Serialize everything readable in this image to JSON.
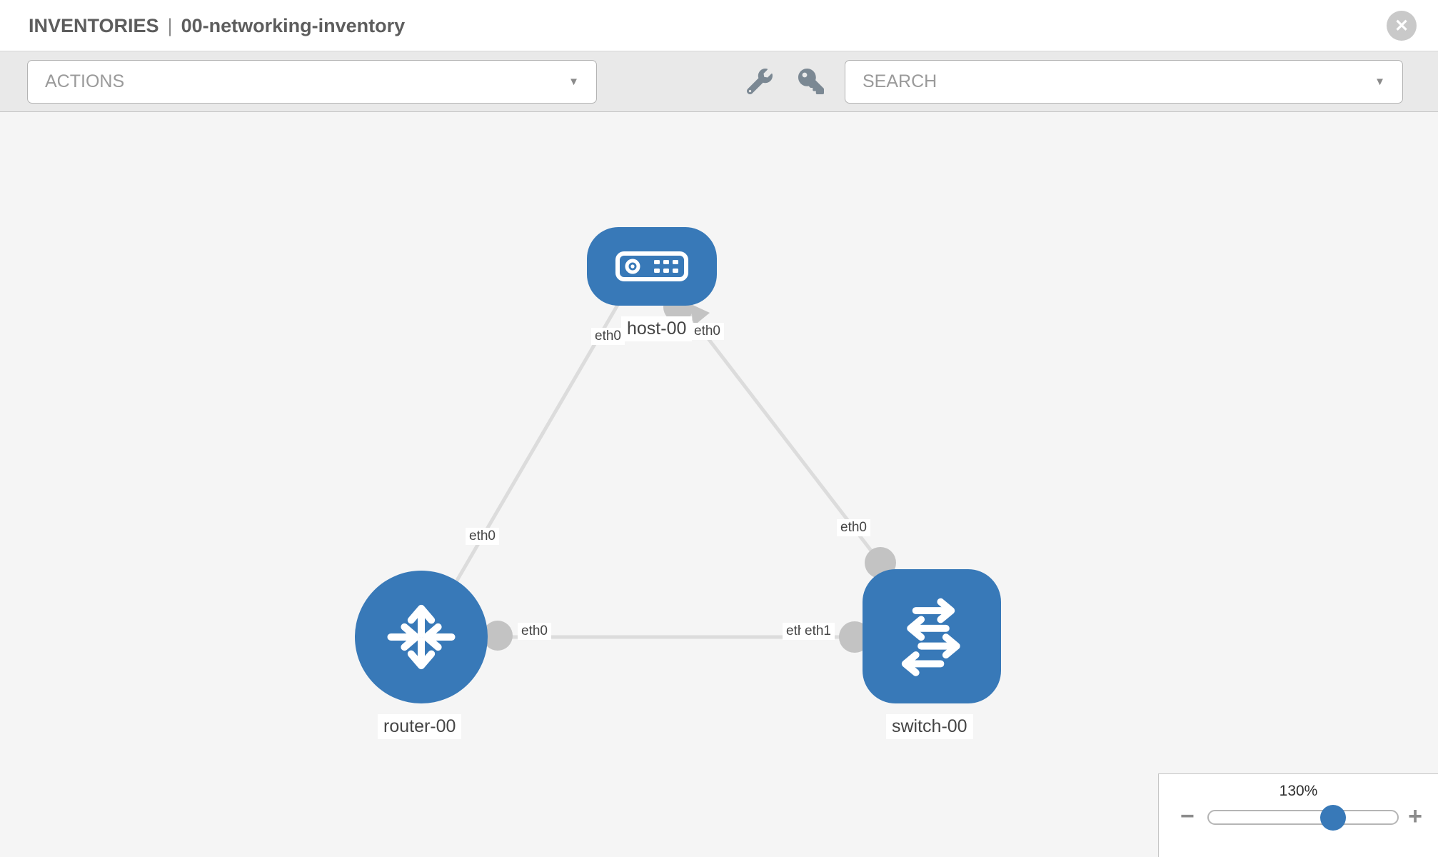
{
  "header": {
    "section": "INVENTORIES",
    "divider": "|",
    "inventory_name": "00-networking-inventory",
    "close_glyph": "✕"
  },
  "toolbar": {
    "actions": {
      "label": "ACTIONS",
      "caret": "▼"
    },
    "search": {
      "label": "SEARCH",
      "caret": "▼"
    },
    "icons": [
      "wrench-icon",
      "key-icon"
    ]
  },
  "topology": {
    "nodes": {
      "host": {
        "label": "host-00",
        "type": "host"
      },
      "router": {
        "label": "router-00",
        "type": "router"
      },
      "switch": {
        "label": "switch-00",
        "type": "switch"
      }
    },
    "links": [
      {
        "from": "host-00",
        "to": "router-00",
        "from_interface": "eth0",
        "to_interface": "eth0"
      },
      {
        "from": "host-00",
        "to": "switch-00",
        "from_interface": "eth0",
        "to_interface": "eth0"
      },
      {
        "from": "router-00",
        "to": "switch-00",
        "from_interface": "eth0",
        "to_interfaces": [
          "eth0",
          "eth1"
        ]
      }
    ],
    "interfaces": {
      "host_left": "eth0",
      "host_right": "eth0",
      "router_top": "eth0",
      "switch_top": "eth0",
      "router_right": "eth0",
      "switch_left_back": "eth0",
      "switch_left_front": "eth1"
    }
  },
  "zoom_control": {
    "level": "130%",
    "minus": "−",
    "plus": "+"
  },
  "colors": {
    "node_blue": "#3879b8",
    "link_gray": "#dcdcdc",
    "connector_gray": "#c3c3c3",
    "canvas_bg": "#f5f5f5",
    "toolbar_bg": "#e9e9e9",
    "icon_gray": "#7b8893"
  }
}
